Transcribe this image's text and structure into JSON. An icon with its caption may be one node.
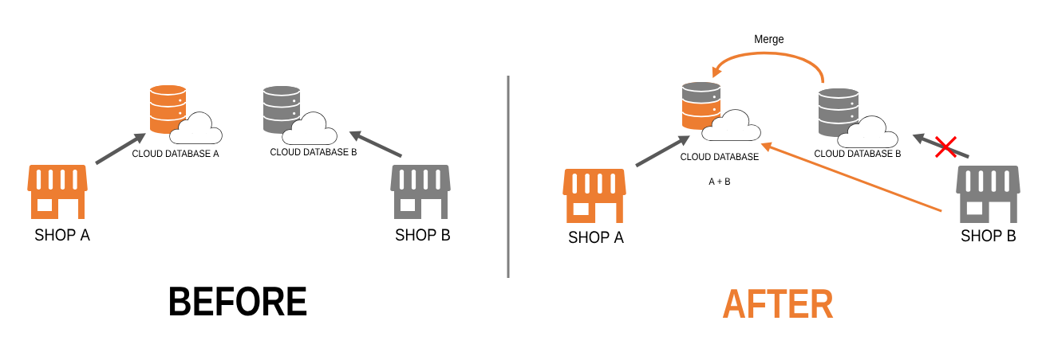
{
  "diagram": {
    "nodes": [
      {
        "text": [
          "SHOP A"
        ]
      },
      {
        "text": [
          "CLOUD DATABASE A"
        ]
      },
      {
        "text": [
          "CLOUD DATABASE B"
        ]
      },
      {
        "text": [
          "SHOP B"
        ]
      },
      {
        "text": [
          "SHOP A"
        ]
      },
      {
        "text": [
          "CLOUD DATABASE",
          "A + B"
        ]
      },
      {
        "text": [
          "CLOUD DATABASE B"
        ]
      },
      {
        "text": [
          "SHOP B"
        ]
      }
    ],
    "edges": [
      {
        "from": 0,
        "to": 1,
        "arrow": "to"
      },
      {
        "from": 3,
        "to": 2,
        "arrow": "to"
      },
      {
        "from": 4,
        "to": 5,
        "arrow": "to"
      },
      {
        "from": 6,
        "to": 5,
        "arrow": "to",
        "label": "Merge",
        "color": "#ed7d31"
      },
      {
        "from": 7,
        "to": 5,
        "arrow": "to",
        "color": "#ed7d31"
      },
      {
        "from": 7,
        "to": 6,
        "arrow": "to"
      }
    ],
    "labels": [
      "BEFORE",
      "AFTER"
    ]
  }
}
